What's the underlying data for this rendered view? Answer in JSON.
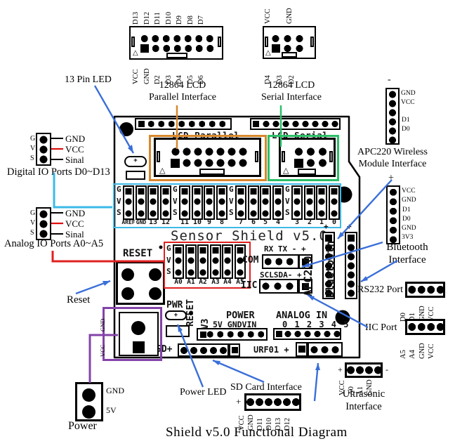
{
  "diagram_title": "Shield v5.0 Functional Diagram",
  "colors": {
    "blue": "#3a6fd8",
    "orange": "#d8882d",
    "green": "#2bbf69",
    "cyan": "#3cb9e8",
    "red": "#e02020",
    "purple": "#8343a8",
    "wire_red": "#dd1111"
  },
  "icons": {
    "pin1_triangle": "△",
    "diode_plus": "+"
  },
  "annotations": {
    "led13": "13 Pin LED",
    "lcd_parallel_1": "12864 LCD",
    "lcd_parallel_2": "Parallel Interface",
    "lcd_serial_1": "12864 LCD",
    "lcd_serial_2": "Serial Interface",
    "apc220_1": "APC220 Wireless",
    "apc220_2": "Module Interface",
    "bluetooth_1": "Bluetooth",
    "bluetooth_2": "Interface",
    "rs232": "RS232 Port",
    "iic": "IIC Port",
    "digital_io": "Digital IO Ports D0~D13",
    "analog_io": "Analog IO Ports A0~A5",
    "reset": "Reset",
    "power": "Power",
    "power_led": "Power LED",
    "sd_card": "SD Card Interface",
    "ultrasonic_1": "Ultrasonic",
    "ultrasonic_2": "Interface"
  },
  "lcd_parallel_conn": {
    "top": [
      "D13",
      "D12",
      "D11",
      "D10",
      "D9",
      "D8",
      "D7"
    ],
    "bottom": [
      "VCC",
      "GND",
      "D2",
      "D3",
      "D4",
      "D5",
      "D6"
    ]
  },
  "lcd_serial_conn": {
    "top": [
      "VCC",
      "GND"
    ],
    "bottom": [
      "D4",
      "D3",
      "D2"
    ]
  },
  "gvs_conn": {
    "letters": [
      "G",
      "V",
      "S"
    ],
    "wires": [
      "GND",
      "VCC",
      "Sinal"
    ]
  },
  "board": {
    "silk_title": "Sensor Shield v5.0",
    "lcd_parallel": "LCD-Parallel",
    "lcd_serial": "LCD-Serial",
    "gvs": [
      "G",
      "V",
      "S"
    ],
    "digital_labels": [
      [
        "AREF",
        "GND",
        "13",
        "12"
      ],
      [
        "11",
        "10",
        "9",
        "8"
      ],
      [
        "7",
        "6",
        "5",
        "4"
      ],
      [
        "3",
        "2",
        "1",
        "0"
      ]
    ],
    "analog_labels": [
      "A0",
      "A1",
      "A2",
      "A3",
      "A4",
      "A5"
    ],
    "reset": "RESET",
    "com": "COM",
    "com_pins": "RX TX - +",
    "iic": "IIC",
    "iic_pins": "SCLSDA- +",
    "apc220": "APC220",
    "bluetooth": "Bluetooth",
    "plus": "+",
    "pwr": "PWR",
    "reset_vertical": "RESET",
    "v33": "3V3",
    "power": "POWER",
    "power_pins": "5V GNDVIN",
    "analog_in": "ANALOG IN",
    "analog_in_pins": "0 1 2 3 4 5",
    "sd": "SD+",
    "urf01": "URF01 +",
    "gnd": "GND",
    "vcc": "VCC"
  },
  "apc220_conn": {
    "sign": "-",
    "pins": [
      "GND",
      "VCC",
      "",
      "D1",
      "D0",
      ""
    ]
  },
  "bluetooth_conn": {
    "sign": "+",
    "pins": [
      "VCC",
      "GND",
      "D1",
      "D0",
      "GND",
      "3V3"
    ]
  },
  "rs232_conn": {
    "pins": [
      "D0",
      "D1",
      "GND",
      "VCC"
    ]
  },
  "iic_port_conn": {
    "pins": [
      "A5",
      "A4",
      "GND",
      "VCC"
    ]
  },
  "power_conn": {
    "pins": [
      "GND",
      "5V"
    ]
  },
  "sd_conn": {
    "sign": "+",
    "pins": [
      "VCC",
      "GND",
      "D11",
      "D10",
      "D13",
      "D12"
    ]
  },
  "ultrasonic_conn": {
    "plus": "+",
    "minus": "-",
    "pins": [
      "VCC",
      "A0",
      "A1",
      "GND"
    ]
  }
}
